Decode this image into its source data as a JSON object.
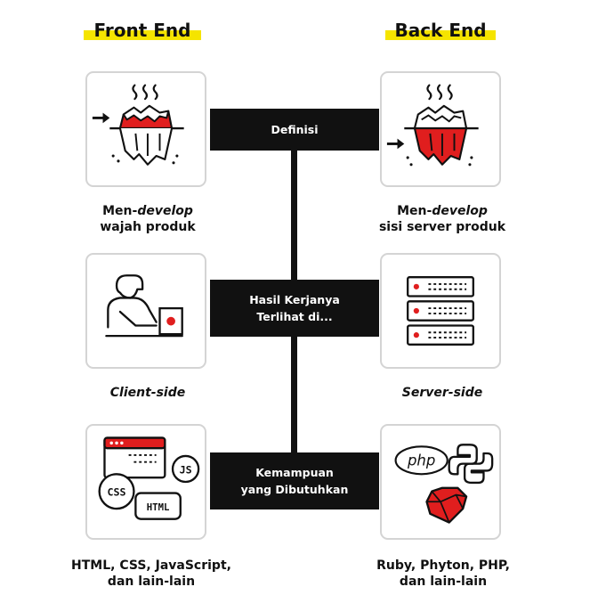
{
  "header": {
    "front_end": "Front End",
    "back_end": "Back End"
  },
  "rows": [
    {
      "label": "Definisi"
    },
    {
      "label_line1": "Hasil Kerjanya",
      "label_line2": "Terlihat di..."
    },
    {
      "label_line1": "Kemampuan",
      "label_line2": "yang Dibutuhkan"
    }
  ],
  "front": {
    "def_prefix": "Men-",
    "def_italic": "develop",
    "def_line2": "wajah produk",
    "result": "Client-side",
    "skills_line1": "HTML, CSS, JavaScript,",
    "skills_line2": "dan lain-lain",
    "bubble_css": "CSS",
    "bubble_js": "JS",
    "bubble_html": "HTML"
  },
  "back": {
    "def_prefix": "Men-",
    "def_italic": "develop",
    "def_line2": "sisi server produk",
    "result": "Server-side",
    "skills_line1": "Ruby, Phyton, PHP,",
    "skills_line2": "dan lain-lain",
    "php_logo": "php"
  },
  "colors": {
    "accent_red": "#e01e1e",
    "highlight_yellow": "#f5e400",
    "bar_black": "#111111",
    "card_border": "#d4d4d4"
  },
  "icons": {
    "front_1": "iceberg-tip-icon",
    "back_1": "iceberg-underwater-icon",
    "front_2": "person-at-computer-icon",
    "back_2": "server-rack-icon",
    "front_3": "code-bubbles-icon",
    "back_3": "php-python-ruby-icons"
  }
}
